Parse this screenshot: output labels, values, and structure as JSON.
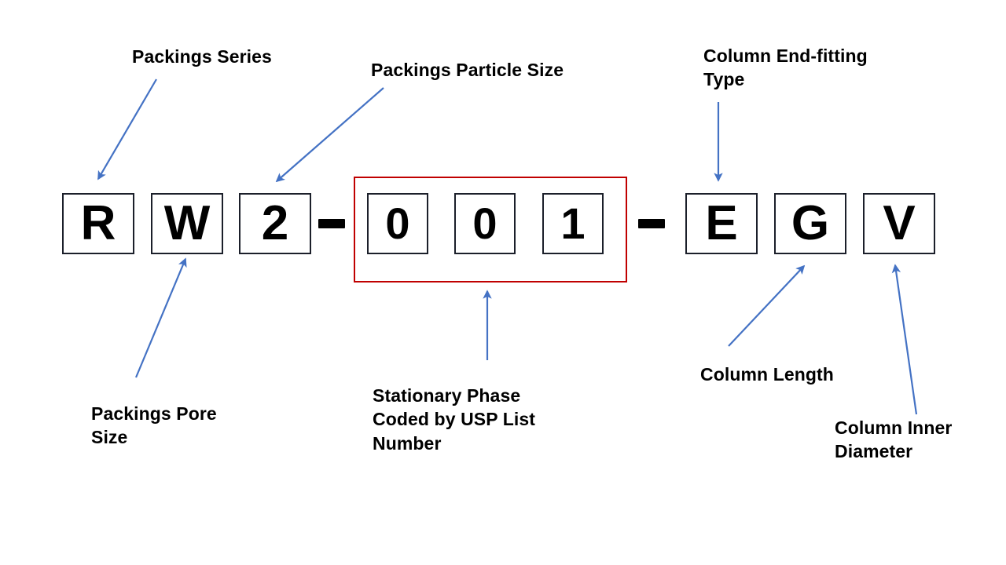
{
  "diagram": {
    "title_visible": false,
    "accent_arrow_color": "#4472C4",
    "highlight_color": "#C00000",
    "box_border_color": "#1B1F2A",
    "code_separator": "–",
    "groups": [
      {
        "name": "packings-code",
        "boxes": [
          {
            "id": "box-r",
            "char": "R"
          },
          {
            "id": "box-w",
            "char": "W"
          },
          {
            "id": "box-2",
            "char": "2"
          }
        ]
      },
      {
        "name": "usp-list-number",
        "highlighted": true,
        "boxes": [
          {
            "id": "box-0a",
            "char": "0"
          },
          {
            "id": "box-0b",
            "char": "0"
          },
          {
            "id": "box-1",
            "char": "1"
          }
        ]
      },
      {
        "name": "column-code",
        "boxes": [
          {
            "id": "box-e",
            "char": "E"
          },
          {
            "id": "box-g",
            "char": "G"
          },
          {
            "id": "box-v",
            "char": "V"
          }
        ]
      }
    ],
    "separators": [
      {
        "id": "separator-1",
        "char": "–"
      },
      {
        "id": "separator-2",
        "char": "–"
      }
    ],
    "labels": [
      {
        "id": "label-packings-series",
        "text": "Packings Series"
      },
      {
        "id": "label-packings-particle-size",
        "text": "Packings Particle Size"
      },
      {
        "id": "label-column-end-fitting-type",
        "text": "Column End-fitting\nType"
      },
      {
        "id": "label-packings-pore-size",
        "text": "Packings Pore\nSize"
      },
      {
        "id": "label-stationary-phase",
        "text": "Stationary Phase\nCoded by USP List\nNumber"
      },
      {
        "id": "label-column-length",
        "text": "Column Length"
      },
      {
        "id": "label-column-inner-diameter",
        "text": "Column Inner\nDiameter"
      }
    ]
  }
}
